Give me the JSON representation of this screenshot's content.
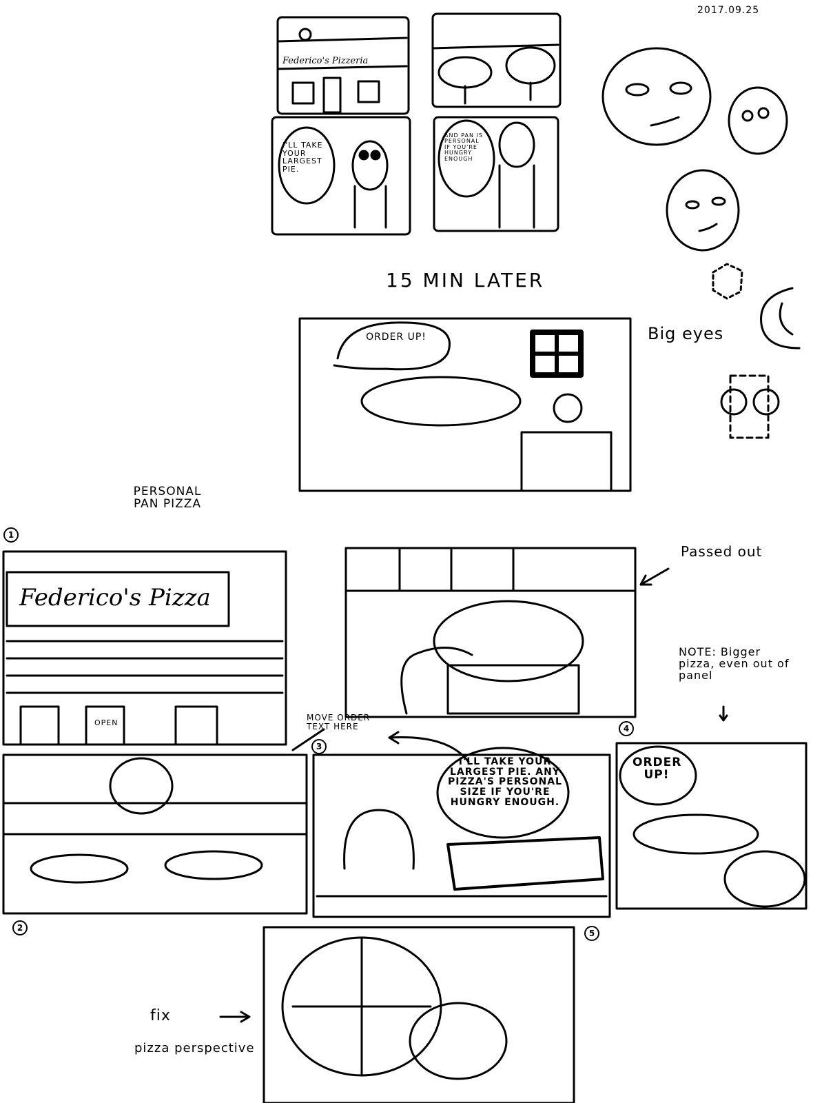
{
  "date": "2017.09.25",
  "thumbnails": {
    "shop_sign": "Federico's Pizzeria",
    "customer_line": "I'LL TAKE YOUR LARGEST PIE.",
    "clerk_line": "AND PAN IS PERSONAL IF YOU'RE HUNGRY ENOUGH"
  },
  "time_caption": "15 MIN LATER",
  "order_up_bubble": "ORDER UP!",
  "notes": {
    "big_eyes": "Big eyes",
    "title": "PERSONAL PAN PIZZA",
    "passed_out": "Passed out",
    "bigger_pizza": "NOTE: Bigger pizza, even out of panel",
    "move_text": "MOVE ORDER TEXT HERE",
    "fix": "fix",
    "fix_detail": "pizza perspective"
  },
  "panel_numbers": [
    "1",
    "2",
    "3",
    "4",
    "5"
  ],
  "panel1": {
    "sign": "Federico's Pizza",
    "door_sign": "OPEN"
  },
  "panel3": {
    "bubble": "I'LL TAKE YOUR LARGEST PIE. ANY PIZZA'S PERSONAL SIZE IF YOU'RE HUNGRY ENOUGH."
  },
  "panel4": {
    "bubble": "ORDER UP!"
  }
}
